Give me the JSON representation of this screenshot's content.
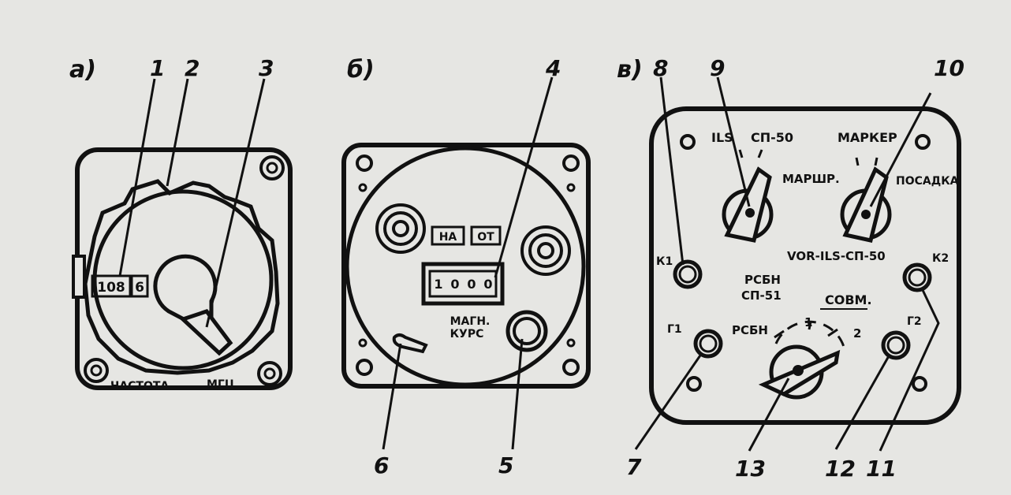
{
  "panels": [
    {
      "id": "a",
      "letter": "а)"
    },
    {
      "id": "b",
      "letter": "б)"
    },
    {
      "id": "c",
      "letter": "в)"
    }
  ],
  "callouts": {
    "n1": "1",
    "n2": "2",
    "n3": "3",
    "n4": "4",
    "n5": "5",
    "n6": "6",
    "n7": "7",
    "n8": "8",
    "n9": "9",
    "n10": "10",
    "n11": "11",
    "n12": "12",
    "n13": "13"
  },
  "panel_a": {
    "freq_digits": "108",
    "freq_decimal": "6",
    "bottom_left_text": "ЧАСТОТА",
    "bottom_right_text": "МГЦ"
  },
  "panel_b": {
    "flag_to": "НА",
    "flag_from": "ОТ",
    "counter_digits": [
      "1",
      "0",
      "0",
      "0"
    ],
    "caption_line1": "МАГН.",
    "caption_line2": "КУРС"
  },
  "panel_c": {
    "ils": "ILS",
    "sp50": "СП-50",
    "marker": "МАРКЕР",
    "route": "МАРШР.",
    "landing": "ПОСАДКА",
    "vor": "VOR-ILS-СП-50",
    "k1": "К1",
    "k2": "К2",
    "rsbn_line1": "РСБН",
    "rsbn_line2": "СП-51",
    "sovm": "СОВМ.",
    "g1": "Г1",
    "g2": "Г2",
    "pos_rsbn": "РСБН",
    "pos_1": "1",
    "pos_2": "2"
  }
}
